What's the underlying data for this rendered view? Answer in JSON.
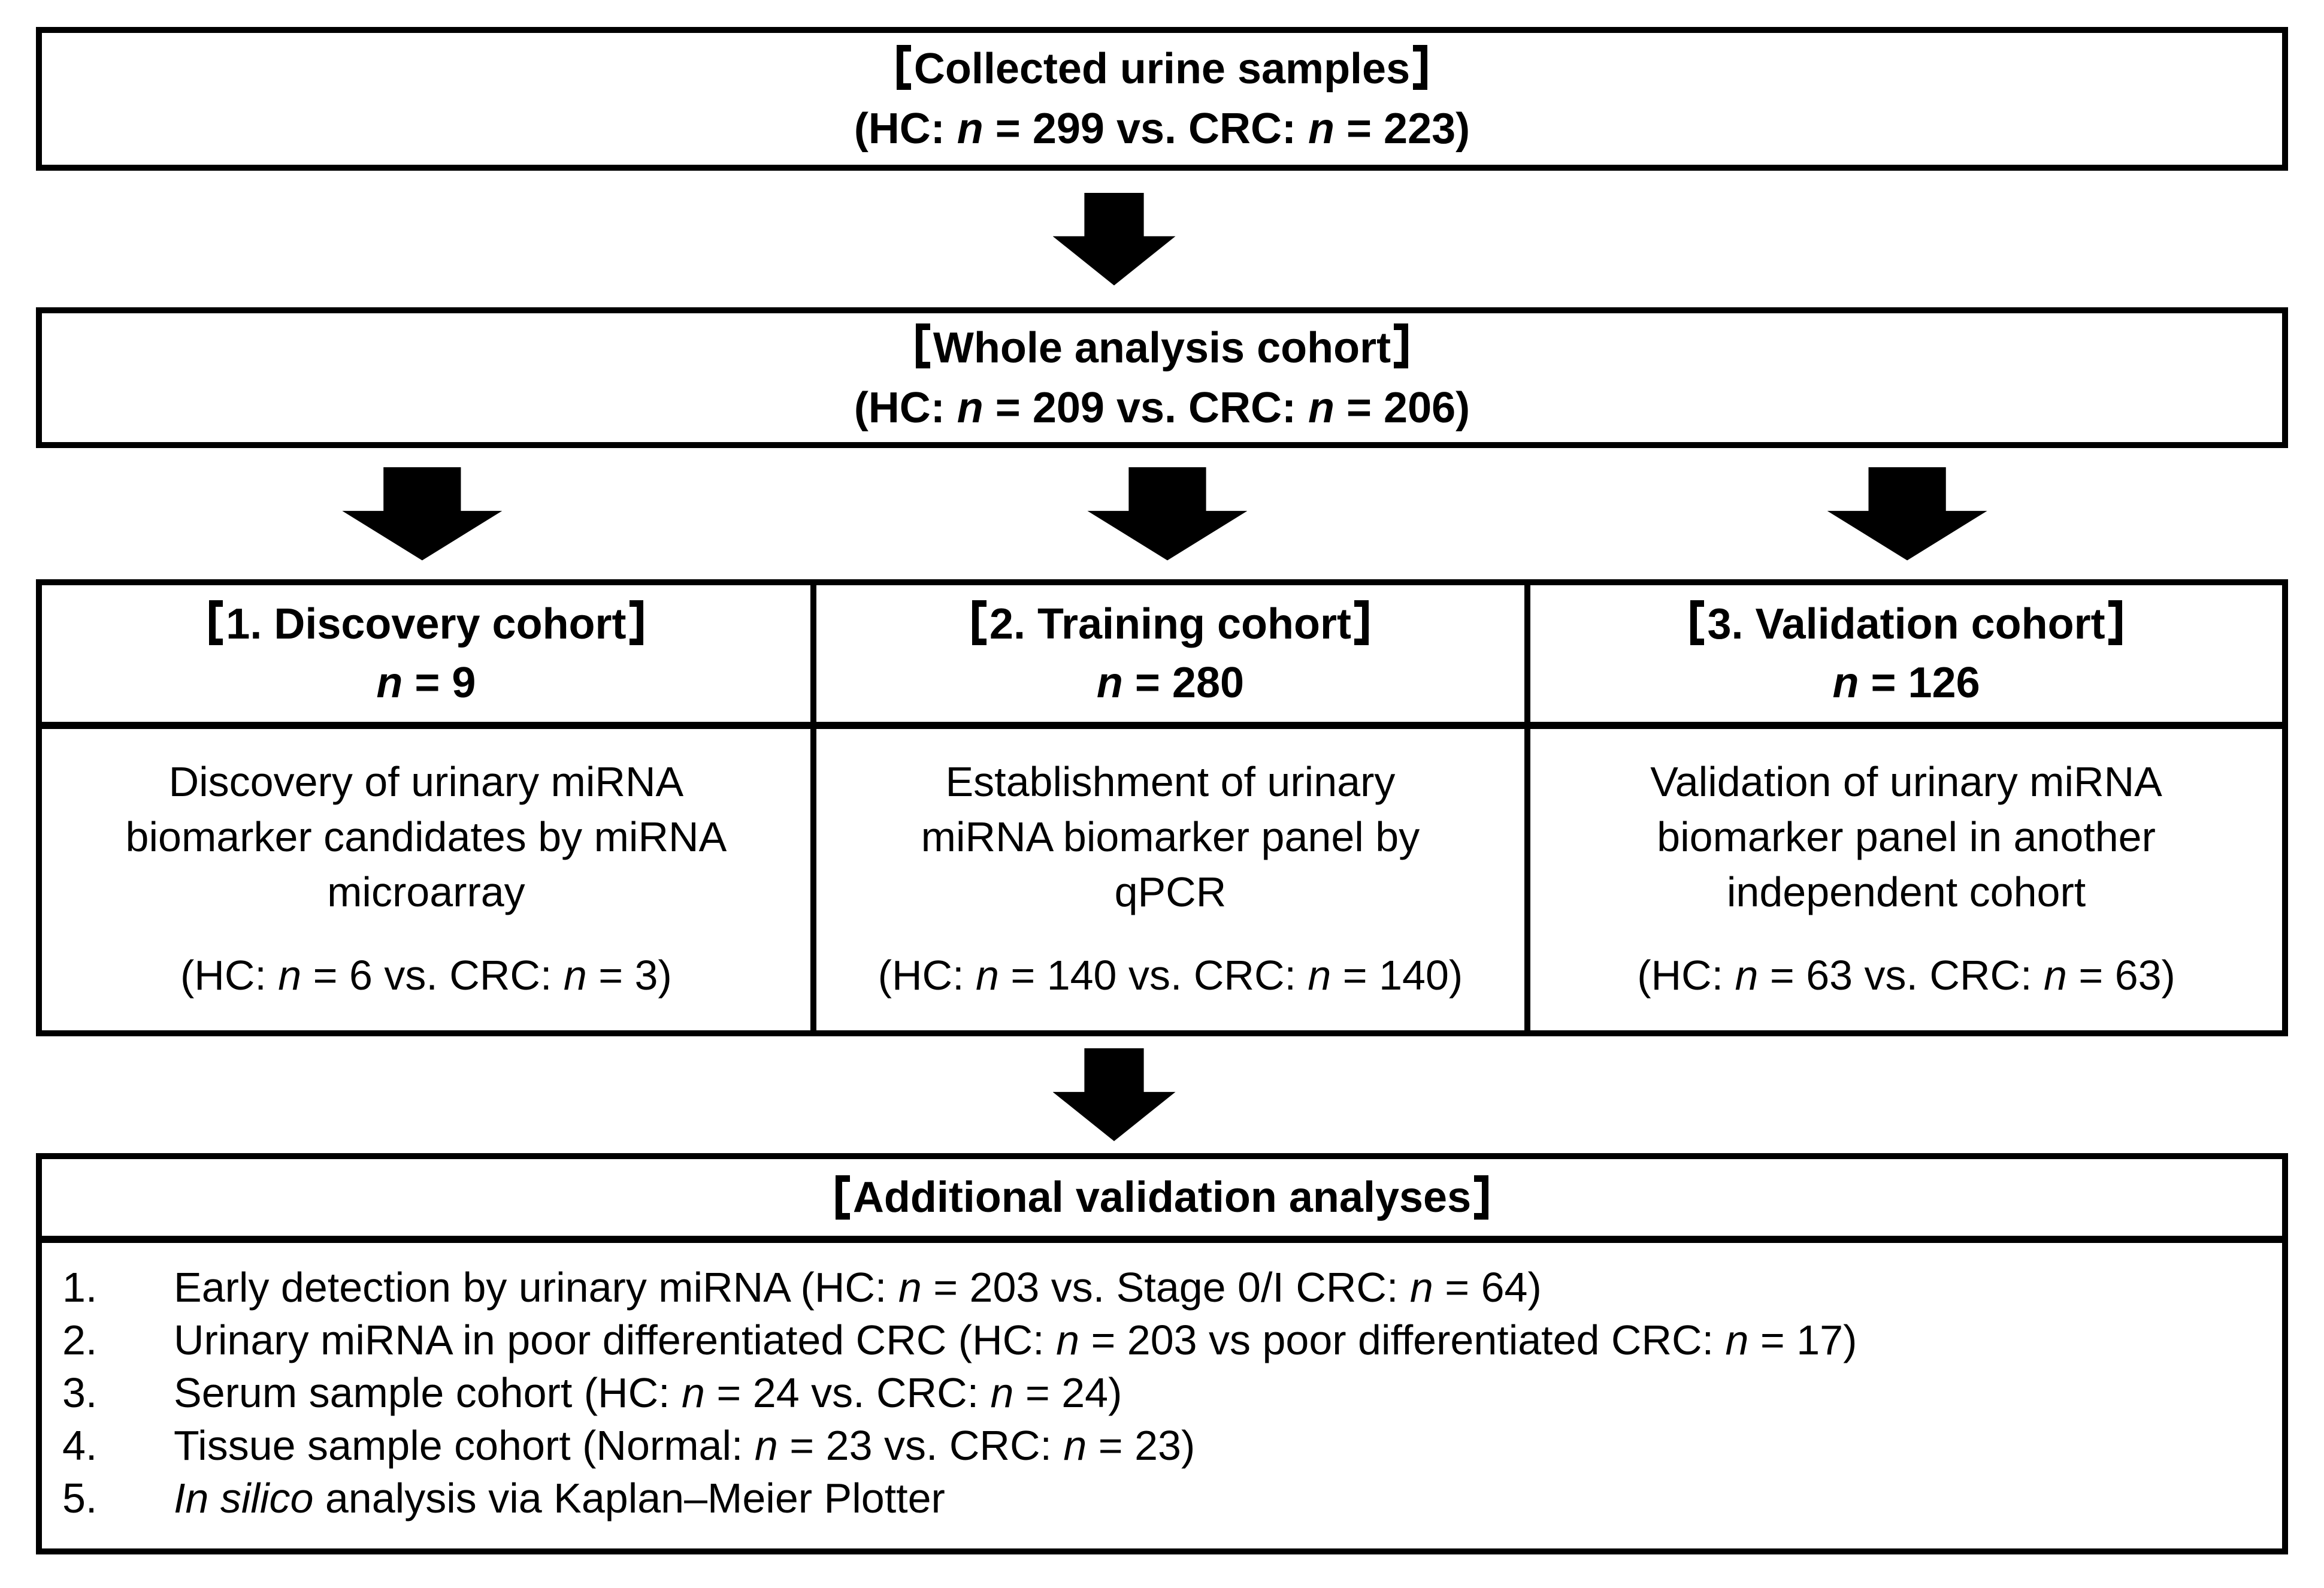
{
  "figure": {
    "background": "#ffffff",
    "ink": "#000000",
    "arrow_icon": "down-block-arrow"
  },
  "top_box": {
    "title": "【Collected urine samples】",
    "subtitle": "(HC: n = 299 vs. CRC: n = 223)"
  },
  "whole_box": {
    "title": "【Whole analysis cohort】",
    "subtitle": "(HC: n = 209 vs. CRC: n = 206)"
  },
  "cohorts": [
    {
      "title": "【1. Discovery cohort】",
      "count": "n = 9",
      "description": "Discovery of urinary miRNA\nbiomarker candidates by miRNA\nmicroarray",
      "comparison": "(HC: n = 6 vs. CRC: n = 3)"
    },
    {
      "title": "【2. Training cohort】",
      "count": "n = 280",
      "description": "Establishment of urinary\nmiRNA biomarker panel by\nqPCR",
      "comparison": "(HC: n = 140 vs. CRC: n = 140)"
    },
    {
      "title": "【3. Validation cohort】",
      "count": "n = 126",
      "description": "Validation of urinary miRNA\nbiomarker panel in another\nindependent cohort",
      "comparison": "(HC: n = 63 vs. CRC: n = 63)"
    }
  ],
  "additional_box": {
    "title": "【Additional validation analyses】",
    "items": [
      {
        "number": "1.",
        "text": "Early detection by urinary miRNA (HC: n = 203 vs. Stage 0/I CRC: n = 64)"
      },
      {
        "number": "2.",
        "text": "Urinary miRNA in poor differentiated CRC (HC: n = 203 vs poor differentiated CRC: n = 17)"
      },
      {
        "number": "3.",
        "text": "Serum sample cohort (HC: n = 24 vs. CRC: n = 24)"
      },
      {
        "number": "4.",
        "text": "Tissue sample cohort (Normal: n = 23 vs. CRC: n = 23)"
      },
      {
        "number": "5.",
        "text": "In silico analysis via Kaplan–Meier Plotter"
      }
    ]
  }
}
